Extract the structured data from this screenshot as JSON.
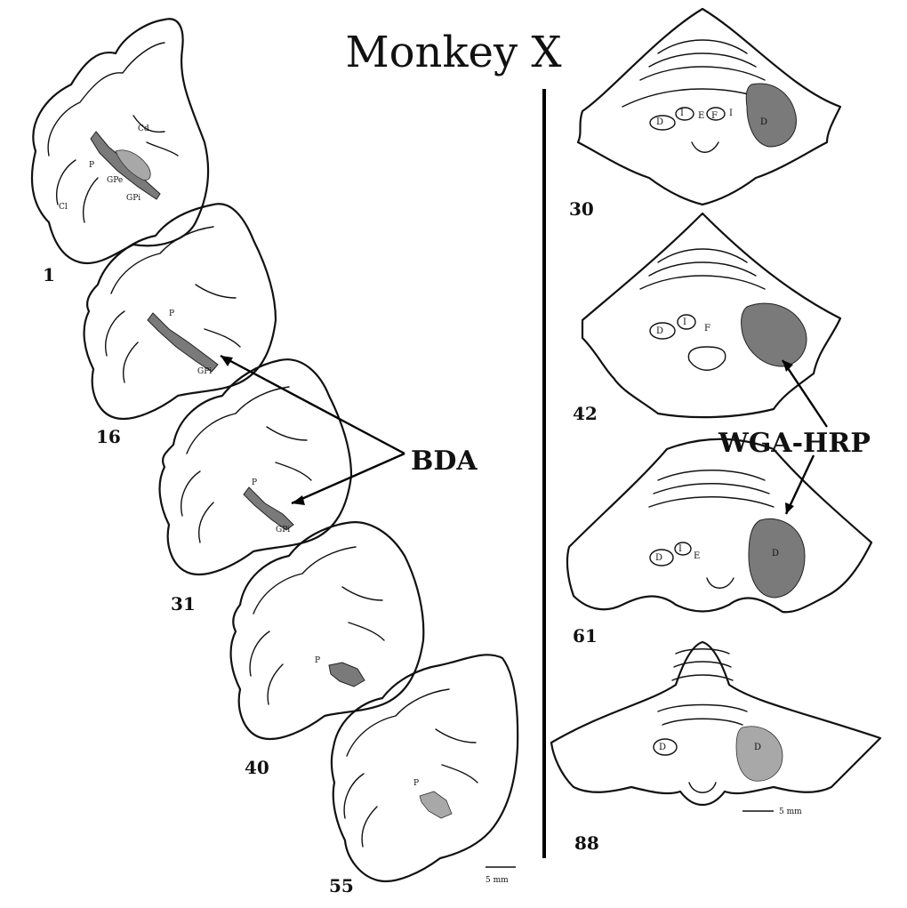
{
  "title": "Monkey X",
  "labels": {
    "bda": "BDA",
    "wga": "WGA-HRP"
  },
  "scale": {
    "left": "5 mm",
    "right": "5 mm"
  },
  "forebrain_sections": [
    {
      "number": "1",
      "structures": [
        "Cd",
        "P",
        "GPe",
        "GPi",
        "Cl"
      ]
    },
    {
      "number": "16",
      "structures": [
        "P",
        "GPi"
      ]
    },
    {
      "number": "31",
      "structures": [
        "P",
        "GPi"
      ]
    },
    {
      "number": "40",
      "structures": [
        "P"
      ]
    },
    {
      "number": "55",
      "structures": [
        "P"
      ]
    }
  ],
  "cerebellar_sections": [
    {
      "number": "30",
      "nuclei": [
        "D",
        "I",
        "E",
        "F",
        "I",
        "D"
      ]
    },
    {
      "number": "42",
      "nuclei": [
        "D",
        "I",
        "F"
      ]
    },
    {
      "number": "61",
      "nuclei": [
        "D",
        "I",
        "E",
        "D"
      ]
    },
    {
      "number": "88",
      "nuclei": [
        "D",
        "D"
      ]
    }
  ]
}
